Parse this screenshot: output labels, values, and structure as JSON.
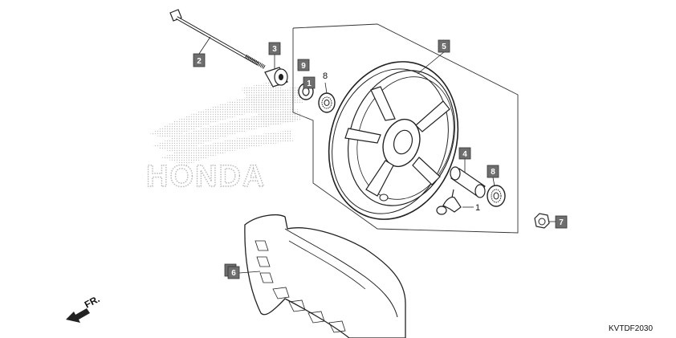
{
  "brand_watermark": "HONDA",
  "diagram_code": "KVTDF2030",
  "direction_label": "FR.",
  "callouts": {
    "axle_bolt": "2",
    "collar": "3",
    "dust_seal": "9",
    "bearing_left_box": "1",
    "bearing_left_plain": "8",
    "wheel": "5",
    "distance_collar": "4",
    "bearing_right": "8",
    "valve": "1",
    "nut": "7",
    "tire": "6"
  },
  "colors": {
    "callout_fill": "#6e6e6e",
    "line": "#222222",
    "watermark": "#b8b8b8"
  }
}
